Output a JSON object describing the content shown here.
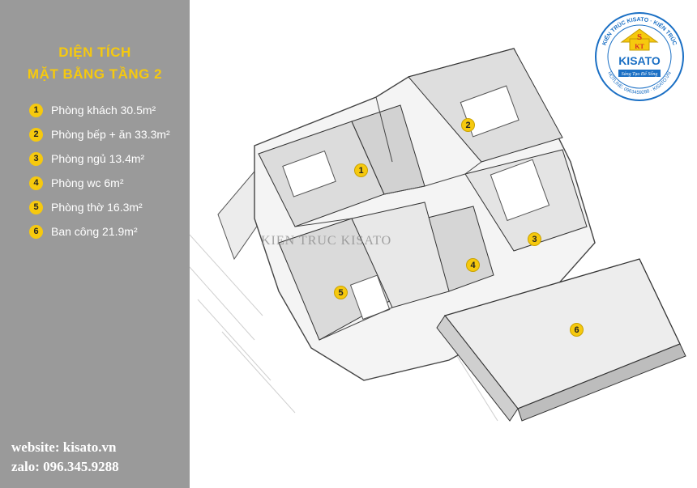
{
  "sidebar": {
    "title_line1": "DIỆN TÍCH",
    "title_line2": "MẶT BẰNG TẦNG 2",
    "items": [
      {
        "num": "1",
        "label": "Phòng khách 30.5m²"
      },
      {
        "num": "2",
        "label": "Phòng bếp + ăn 33.3m²"
      },
      {
        "num": "3",
        "label": "Phòng ngủ 13.4m²"
      },
      {
        "num": "4",
        "label": "Phòng wc 6m²"
      },
      {
        "num": "5",
        "label": "Phòng thờ 16.3m²"
      },
      {
        "num": "6",
        "label": "Ban công 21.9m²"
      }
    ],
    "website": "website: kisato.vn",
    "zalo": "zalo: 096.345.9288"
  },
  "plan": {
    "watermark": "KIEN TRUC KISATO",
    "markers": [
      "1",
      "2",
      "3",
      "4",
      "5",
      "6"
    ]
  },
  "logo": {
    "brand": "KISATO",
    "initials": "KT",
    "letter": "S",
    "ring_top": "KIẾN TRÚC KISATO · KIẾN TRÚC",
    "ring_bottom": "HOTLINE: 0963459288 · KISATO.VN",
    "slogan": "Sáng Tạo Để Sống"
  },
  "colors": {
    "accent": "#f6c90e",
    "sidebar_bg": "#9a9a9a",
    "logo_blue": "#1a6fc4",
    "logo_red": "#d62828"
  }
}
